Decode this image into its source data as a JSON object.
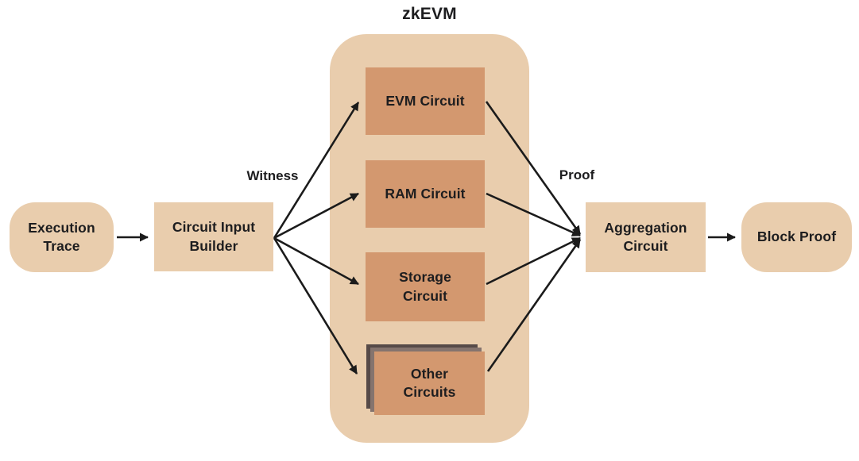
{
  "title": "zkEVM",
  "nodes": {
    "execution_trace": {
      "lines": [
        "Execution",
        "Trace"
      ]
    },
    "circuit_input_builder": {
      "lines": [
        "Circuit Input",
        "Builder"
      ]
    },
    "evm_circuit": {
      "lines": [
        "EVM Circuit"
      ]
    },
    "ram_circuit": {
      "lines": [
        "RAM Circuit"
      ]
    },
    "storage_circuit": {
      "lines": [
        "Storage",
        "Circuit"
      ]
    },
    "other_circuits": {
      "lines": [
        "Other",
        "Circuits"
      ]
    },
    "aggregation_circuit": {
      "lines": [
        "Aggregation",
        "Circuit"
      ]
    },
    "block_proof": {
      "lines": [
        "Block Proof"
      ]
    }
  },
  "edge_labels": {
    "witness": "Witness",
    "proof": "Proof"
  },
  "colors": {
    "background": "#ffffff",
    "outer_node_fill": "#e9cdad",
    "container_fill": "#e9cdad",
    "inner_node_fill": "#d3986f",
    "stack_back_dark": "#564a48",
    "stack_back_mid": "#85746e",
    "arrow": "#1b1b1b",
    "text": "#1d1d1f"
  }
}
